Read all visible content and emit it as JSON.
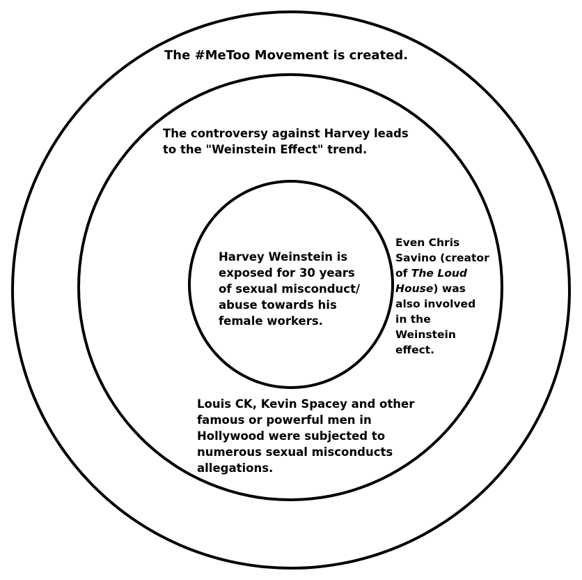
{
  "rings": {
    "outer": {
      "lines": [
        "The #MeToo Movement is created."
      ]
    },
    "middle": {
      "lines": [
        "The controversy against Harvey leads",
        "to the \"Weinstein Effect\" trend."
      ]
    },
    "inner": {
      "lines": [
        "Harvey Weinstein is",
        "exposed for 30 years",
        "of sexual misconduct/",
        "abuse towards his",
        "female workers."
      ]
    }
  },
  "side_note": {
    "line1": "Even Chris",
    "line2": "Savino (creator",
    "line3_prefix": "of ",
    "line3_italic": "The Loud",
    "line4_italic": "House",
    "line4_suffix": ") was",
    "line5": "also involved",
    "line6": "in the",
    "line7": "Weinstein",
    "line8": "effect."
  },
  "bottom_note": {
    "lines": [
      "Louis CK, Kevin Spacey and other",
      "famous or powerful men in",
      "Hollywood were subjected to",
      "numerous sexual misconducts",
      "allegations."
    ]
  }
}
